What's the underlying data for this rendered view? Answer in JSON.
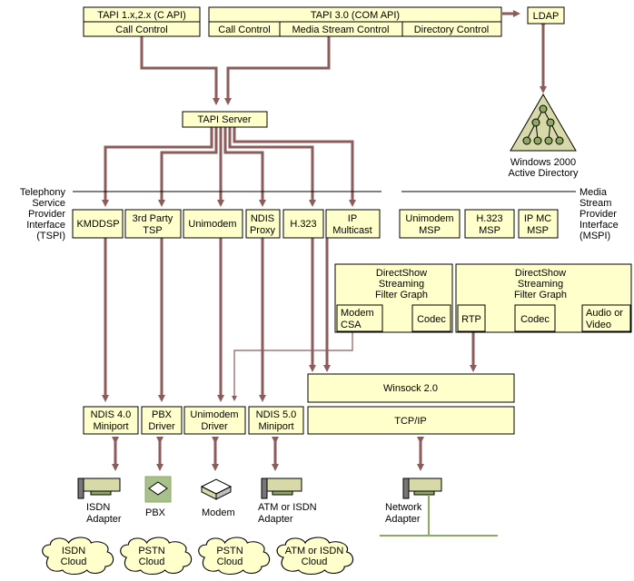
{
  "top": {
    "tapi2_title": "TAPI 1.x,2.x (C API)",
    "tapi2_sub": "Call Control",
    "tapi3_title": "TAPI 3.0 (COM API)",
    "tapi3_call": "Call Control",
    "tapi3_media": "Media Stream Control",
    "tapi3_dir": "Directory Control",
    "ldap": "LDAP"
  },
  "server": "TAPI Server",
  "ad": {
    "line1": "Windows 2000",
    "line2": "Active Directory"
  },
  "tspi_label": [
    "Telephony",
    "Service",
    "Provider",
    "Interface",
    "(TSPI)"
  ],
  "mspi_label": [
    "Media",
    "Stream",
    "Provider",
    "Interface",
    "(MSPI)"
  ],
  "tsps": [
    [
      "KMDDSP"
    ],
    [
      "3rd Party",
      "TSP"
    ],
    [
      "Unimodem"
    ],
    [
      "NDIS",
      "Proxy"
    ],
    [
      "H.323"
    ],
    [
      "IP",
      "Multicast"
    ]
  ],
  "msps": [
    [
      "Unimodem",
      "MSP"
    ],
    [
      "H.323",
      "MSP"
    ],
    [
      "IP MC",
      "MSP"
    ]
  ],
  "ds_left": {
    "title": [
      "DirectShow",
      "Streaming",
      "Filter Graph"
    ],
    "modem": [
      "Modem",
      "CSA"
    ],
    "codec": "Codec"
  },
  "ds_right": {
    "title": [
      "DirectShow",
      "Streaming",
      "Filter Graph"
    ],
    "rtp": "RTP",
    "codec": "Codec",
    "av": [
      "Audio or",
      "Video"
    ]
  },
  "winsock": "Winsock 2.0",
  "tcpip": "TCP/IP",
  "drivers": [
    [
      "NDIS 4.0",
      "Miniport"
    ],
    [
      "PBX",
      "Driver"
    ],
    [
      "Unimodem",
      "Driver"
    ],
    [
      "NDIS 5.0",
      "Miniport"
    ]
  ],
  "devices": [
    [
      "ISDN",
      "Adapter"
    ],
    [
      "PBX"
    ],
    [
      "Modem"
    ],
    [
      "ATM or ISDN",
      "Adapter"
    ],
    [
      "Network",
      "Adapter"
    ]
  ],
  "clouds": [
    [
      "ISDN",
      "Cloud"
    ],
    [
      "PSTN",
      "Cloud"
    ],
    [
      "PSTN",
      "Cloud"
    ],
    [
      "ATM or ISDN",
      "Cloud"
    ]
  ],
  "colors": {
    "box_fill": "#ffffcc",
    "arrow": "#8e5b5b",
    "device_green": "#8ca864"
  }
}
